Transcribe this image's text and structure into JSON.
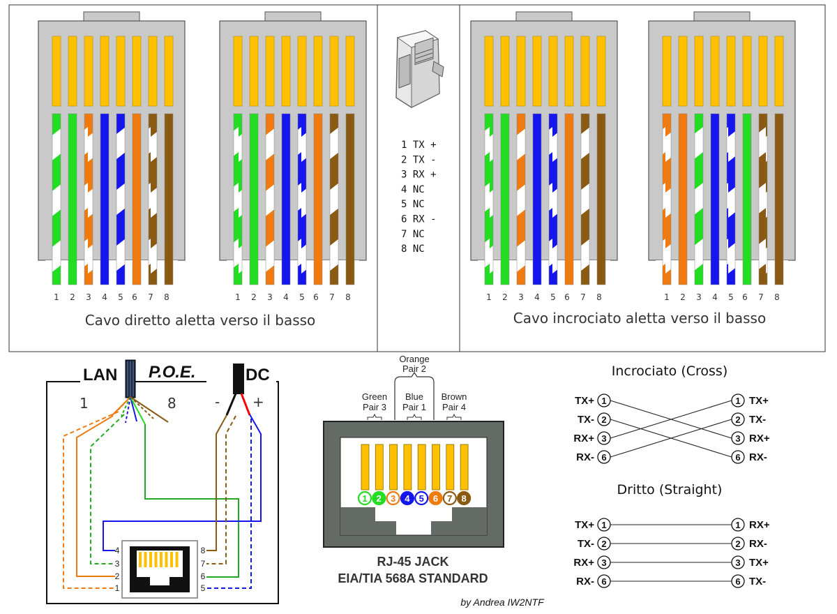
{
  "top_panel": {
    "pin_numbers": [
      "1",
      "2",
      "3",
      "4",
      "5",
      "6",
      "7",
      "8"
    ],
    "captions": {
      "straight": "Cavo diretto aletta verso il basso",
      "cross": "Cavo incrociato  aletta verso il basso"
    },
    "pinout": [
      "1 TX +",
      "2 TX -",
      "3 RX +",
      "4 NC",
      "5 NC",
      "6 RX -",
      "7 NC",
      "8 NC"
    ],
    "connectors": [
      {
        "wires": [
          "wg",
          "g",
          "wo",
          "b",
          "wb",
          "o",
          "wbr",
          "br"
        ]
      },
      {
        "wires": [
          "wg",
          "g",
          "wo",
          "b",
          "wb",
          "o",
          "wbr",
          "br"
        ]
      },
      {
        "wires": [
          "wg",
          "g",
          "wo",
          "b",
          "wb",
          "o",
          "wbr",
          "br"
        ]
      },
      {
        "wires": [
          "wo",
          "o",
          "wg",
          "b",
          "wb",
          "g",
          "wbr",
          "br"
        ]
      }
    ],
    "colors": {
      "orange": "#ee7a10",
      "green": "#22dd22",
      "blue": "#1515ee",
      "brown": "#8a5a12",
      "gold": "#ffc000",
      "gray": "#c9c9c9"
    }
  },
  "poe": {
    "lan": "LAN",
    "title": "P.O.E.",
    "dc": "DC",
    "pin_left": "1",
    "pin_right": "8",
    "minus": "-",
    "plus": "+",
    "jack_left_pins": [
      "4",
      "3",
      "2",
      "1"
    ],
    "jack_right_pins": [
      "8",
      "7",
      "6",
      "5"
    ]
  },
  "jack": {
    "pair_orange": "Orange",
    "pair_orange_num": "Pair 2",
    "pair_green": "Green",
    "pair_green_num": "Pair 3",
    "pair_blue": "Blue",
    "pair_blue_num": "Pair 1",
    "pair_brown": "Brown",
    "pair_brown_num": "Pair 4",
    "pins": [
      "1",
      "2",
      "3",
      "4",
      "5",
      "6",
      "7",
      "8"
    ],
    "title": "RJ-45 JACK",
    "standard": "EIA/TIA 568A STANDARD"
  },
  "cross": {
    "title": "Incrociato (Cross)",
    "left": [
      {
        "sig": "TX+",
        "n": "1"
      },
      {
        "sig": "TX-",
        "n": "2"
      },
      {
        "sig": "RX+",
        "n": "3"
      },
      {
        "sig": "RX-",
        "n": "6"
      }
    ],
    "right": [
      {
        "sig": "TX+",
        "n": "1"
      },
      {
        "sig": "TX-",
        "n": "2"
      },
      {
        "sig": "RX+",
        "n": "3"
      },
      {
        "sig": "RX-",
        "n": "6"
      }
    ]
  },
  "straight": {
    "title": "Dritto (Straight)",
    "left": [
      {
        "sig": "TX+",
        "n": "1"
      },
      {
        "sig": "TX-",
        "n": "2"
      },
      {
        "sig": "RX+",
        "n": "3"
      },
      {
        "sig": "RX-",
        "n": "6"
      }
    ],
    "right": [
      {
        "sig": "RX+",
        "n": "1"
      },
      {
        "sig": "RX-",
        "n": "2"
      },
      {
        "sig": "TX+",
        "n": "3"
      },
      {
        "sig": "TX-",
        "n": "6"
      }
    ]
  },
  "credit": "by Andrea IW2NTF"
}
